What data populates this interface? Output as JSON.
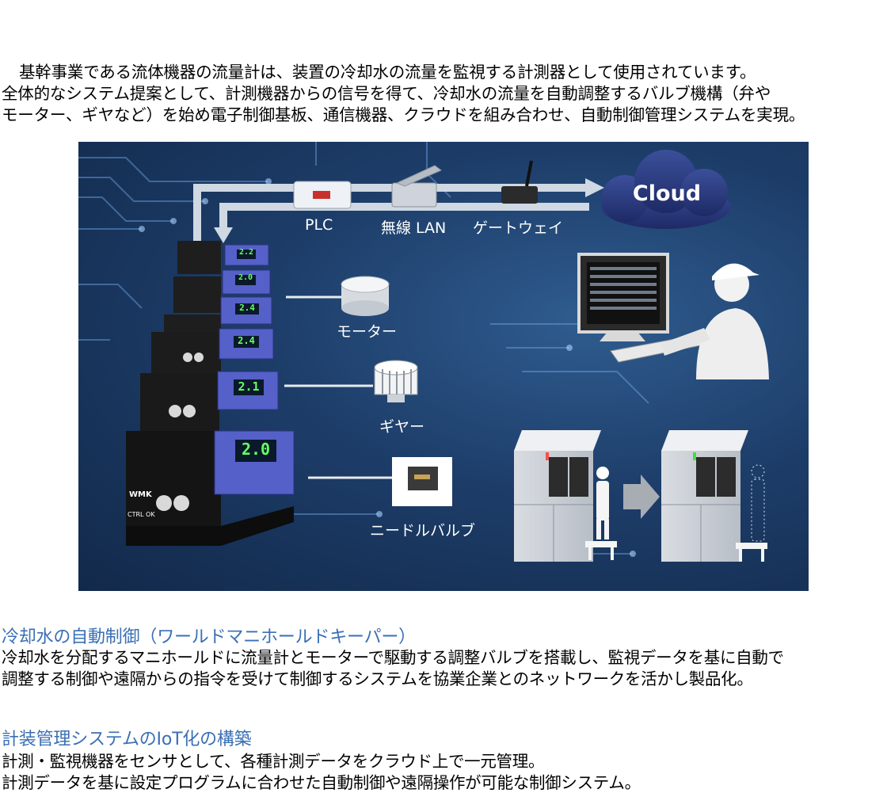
{
  "intro": [
    "基幹事業である流体機器の流量計は、装置の冷却水の流量を監視する計測器として使用されています。",
    "全体的なシステム提案として、計測機器からの信号を得て、冷却水の流量を自動調整するバルブ機構（弁や",
    "モーター、ギヤなど）を始め電子制御基板、通信機器、クラウドを組み合わせ、自動制御管理システムを実現。"
  ],
  "diagram": {
    "cloud": "Cloud",
    "plc": "PLC",
    "wireless_lan": "無線 LAN",
    "gateway": "ゲートウェイ",
    "motor": "モーター",
    "gear": "ギヤー",
    "needle_valve": "ニードルバルブ",
    "lcd_values": [
      "2.0",
      "2.1",
      "2.4",
      "2.4",
      "2.2",
      "2.0"
    ],
    "device_brand": "WMK",
    "device_status": "CTRL OK"
  },
  "sections": [
    {
      "title": "冷却水の自動制御（ワールドマニホールドキーパー）",
      "lines": [
        "冷却水を分配するマニホールドに流量計とモーターで駆動する調整バルブを搭載し、監視データを基に自動で",
        "調整する制御や遠隔からの指令を受けて制御するシステムを協業企業とのネットワークを活かし製品化。"
      ]
    },
    {
      "title": "計装管理システムのIoT化の構築",
      "lines": [
        "計測・監視機器をセンサとして、各種計測データをクラウド上で一元管理。",
        "計測データを基に設定プログラムに合わせた自動制御や遠隔操作が可能な制御システム。"
      ]
    }
  ],
  "colors": {
    "section_title": "#3a6fb5",
    "diagram_bg": "#1d3d69",
    "lcd": "#66ff66"
  }
}
